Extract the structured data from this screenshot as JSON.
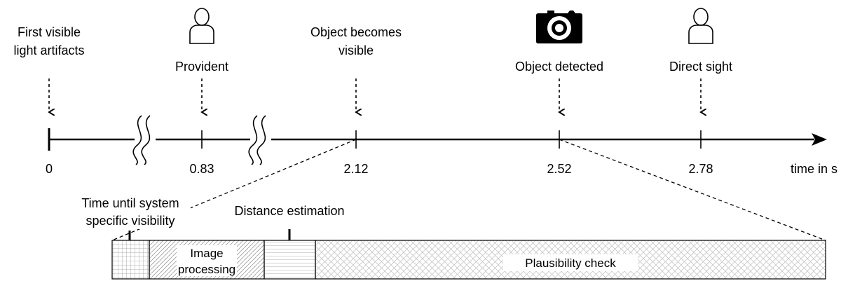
{
  "events": {
    "first_visible": [
      "First visible",
      "light artifacts"
    ],
    "provident": "Provident",
    "object_visible": [
      "Object becomes",
      "visible"
    ],
    "object_detected": "Object detected",
    "direct_sight": "Direct sight"
  },
  "ticks": [
    "0",
    "0.83",
    "2.12",
    "2.52",
    "2.78"
  ],
  "axis_label": "time in s",
  "annotations": {
    "system_visibility": [
      "Time until system",
      "specific visibility"
    ],
    "distance_estimation": "Distance estimation"
  },
  "segments": {
    "image_processing": [
      "Image",
      "processing"
    ],
    "plausibility_check": "Plausibility check"
  },
  "icons": {
    "person": "person-icon",
    "camera": "camera-icon"
  }
}
